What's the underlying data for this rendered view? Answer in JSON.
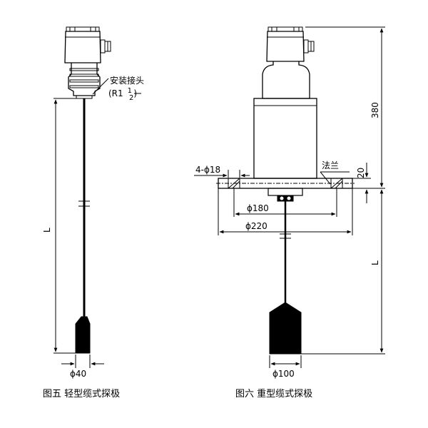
{
  "fig5": {
    "caption": "图五 轻型缆式探极",
    "mount_label": "安装接头",
    "thread_prefix": "(R1",
    "thread_num": "1",
    "thread_den": "2",
    "thread_suffix": ")",
    "length_label": "L",
    "diameter_label": "ϕ40"
  },
  "fig6": {
    "caption": "图六 重型缆式探极",
    "flange_label": "法兰",
    "holes_label": "4-ϕ18",
    "dim_height": "380",
    "dim_flange_thickness": "20",
    "dim_bolt_circle": "ϕ180",
    "dim_flange_outer": "ϕ220",
    "length_label": "L",
    "diameter_label": "ϕ100"
  }
}
